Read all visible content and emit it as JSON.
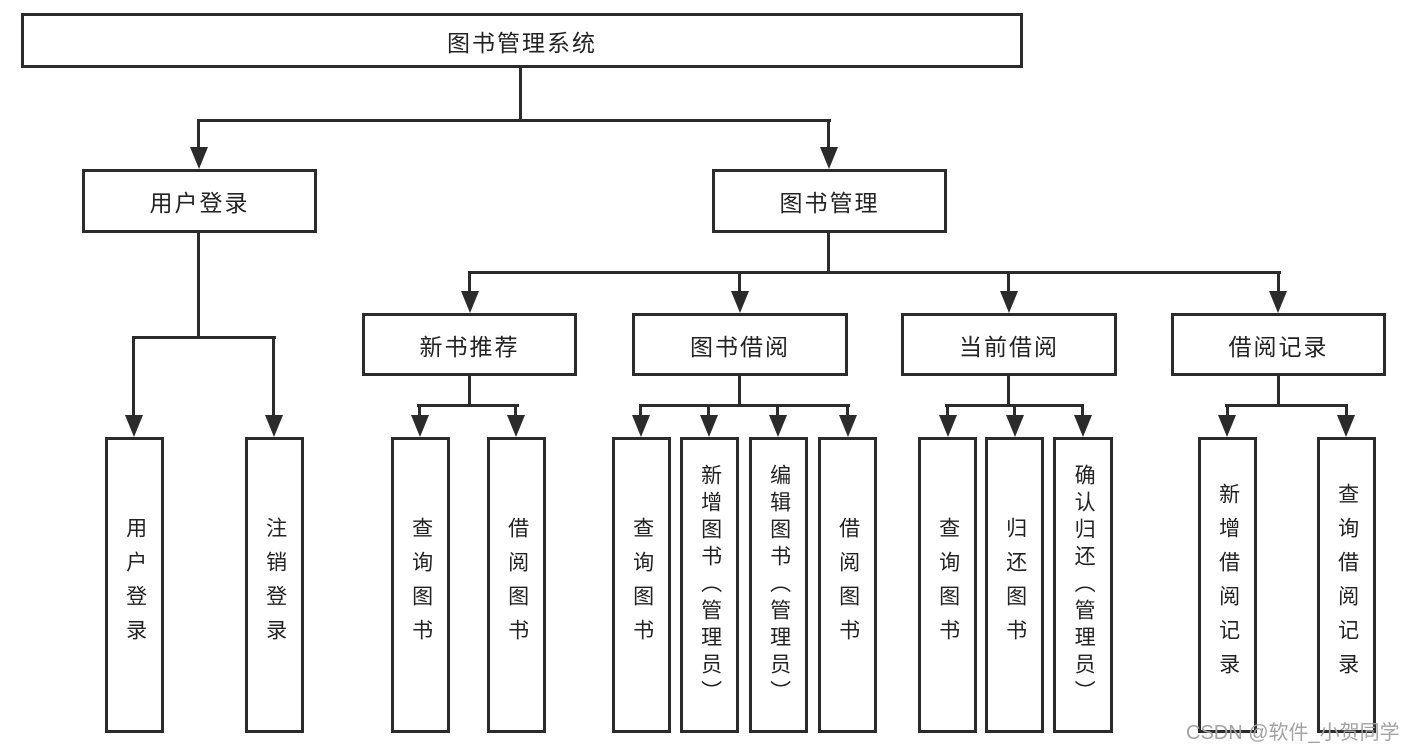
{
  "diagram": {
    "title": "图书管理系统",
    "root": {
      "label": "图书管理系统"
    },
    "level2": [
      {
        "label": "用户登录"
      },
      {
        "label": "图书管理"
      }
    ],
    "login_children": [
      {
        "label": "用户登录"
      },
      {
        "label": "注销登录"
      }
    ],
    "modules": [
      {
        "label": "新书推荐",
        "children": [
          {
            "label": "查询图书"
          },
          {
            "label": "借阅图书"
          }
        ]
      },
      {
        "label": "图书借阅",
        "children": [
          {
            "label": "查询图书"
          },
          {
            "label": "新增图书（管理员）"
          },
          {
            "label": "编辑图书（管理员）"
          },
          {
            "label": "借阅图书"
          }
        ]
      },
      {
        "label": "当前借阅",
        "children": [
          {
            "label": "查询图书"
          },
          {
            "label": "归还图书"
          },
          {
            "label": "确认归还（管理员）"
          }
        ]
      },
      {
        "label": "借阅记录",
        "children": [
          {
            "label": "新增借阅记录"
          },
          {
            "label": "查询借阅记录"
          }
        ]
      }
    ],
    "watermark": "CSDN @软件_小贺同学"
  },
  "colors": {
    "line": "#2b2b2b",
    "text": "#222222",
    "bg": "#ffffff",
    "watermark": "#a3a3a3"
  }
}
